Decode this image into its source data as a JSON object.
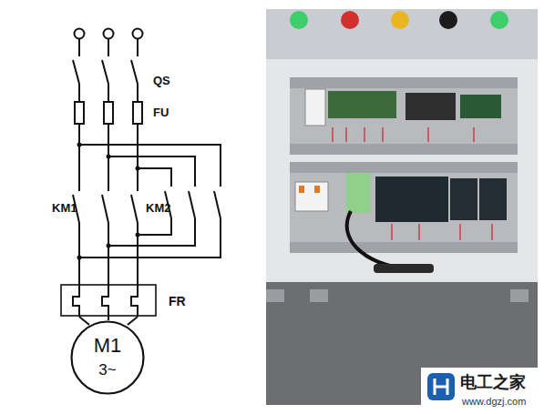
{
  "diagram": {
    "nodes": [
      {
        "text": [
          "M1",
          "3~"
        ]
      }
    ],
    "labels": [
      "QS",
      "FU",
      "KM1",
      "KM2",
      "FR",
      "电工之家",
      "www.dgzj.com"
    ]
  }
}
